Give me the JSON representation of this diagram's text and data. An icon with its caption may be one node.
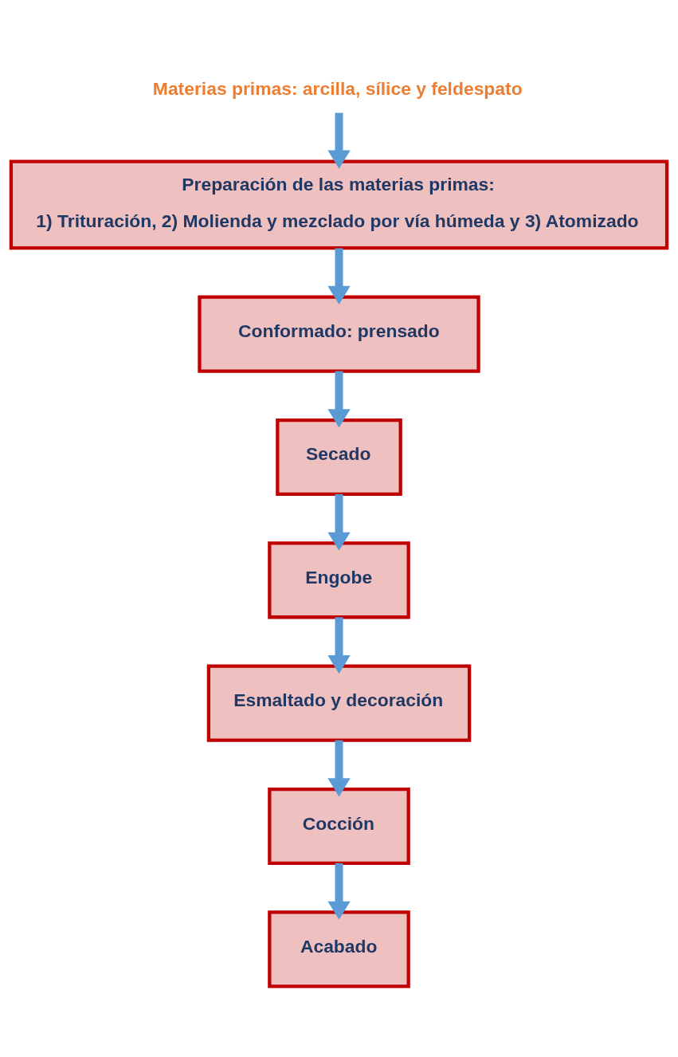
{
  "diagram": {
    "nodes": [
      {
        "text": [
          "Materias primas: arcilla, sílice y feldespato"
        ]
      },
      {
        "text": [
          "Preparación de las materias primas:",
          "1) Trituración, 2) Molienda y mezclado por vía húmeda y 3) Atomizado"
        ]
      },
      {
        "text": [
          "Conformado: prensado"
        ]
      },
      {
        "text": [
          "Secado"
        ]
      },
      {
        "text": [
          "Engobe"
        ]
      },
      {
        "text": [
          "Esmaltado y decoración"
        ]
      },
      {
        "text": [
          "Cocción"
        ]
      },
      {
        "text": [
          "Acabado"
        ]
      }
    ],
    "edges": [
      {
        "from": 0,
        "to": 1,
        "arrow": "to"
      },
      {
        "from": 1,
        "to": 2,
        "arrow": "to"
      },
      {
        "from": 2,
        "to": 3,
        "arrow": "to"
      },
      {
        "from": 3,
        "to": 4,
        "arrow": "to"
      },
      {
        "from": 4,
        "to": 5,
        "arrow": "to"
      },
      {
        "from": 5,
        "to": 6,
        "arrow": "to"
      },
      {
        "from": 6,
        "to": 7,
        "arrow": "to"
      }
    ]
  }
}
